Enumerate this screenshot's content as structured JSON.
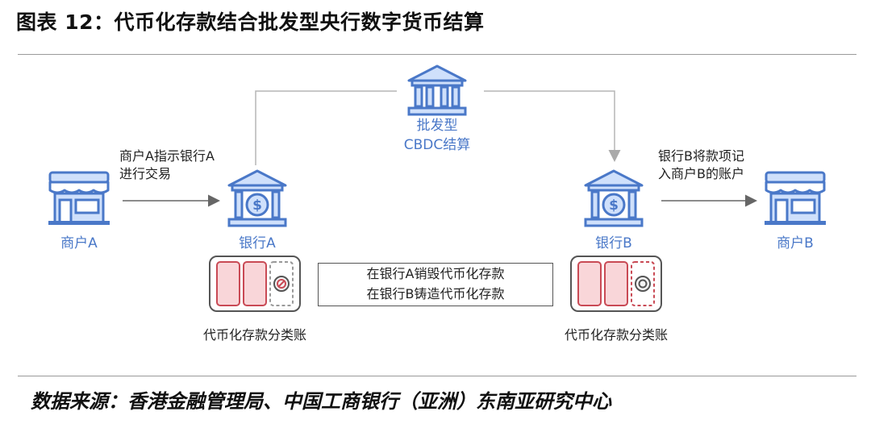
{
  "title": "图表 12：代币化存款结合批发型央行数字货币结算",
  "source": "数据来源：香港金融管理局、中国工商银行（亚洲）东南亚研究中心",
  "nodes": {
    "central_bank": {
      "line1": "批发型",
      "line2": "CBDC结算",
      "icon": "bank-icon"
    },
    "merchant_a": {
      "label": "商户A",
      "icon": "store-icon"
    },
    "bank_a": {
      "label": "银行A",
      "icon": "bank-dollar-icon"
    },
    "bank_b": {
      "label": "银行B",
      "icon": "bank-dollar-icon"
    },
    "merchant_b": {
      "label": "商户B",
      "icon": "store-icon"
    }
  },
  "notes": {
    "left_line1": "商户A指示银行A",
    "left_line2": "进行交易",
    "right_line1": "银行B将款项记",
    "right_line2": "入商户B的账户"
  },
  "middle_box": {
    "line1": "在银行A销毁代币化存款",
    "line2": "在银行B铸造代币化存款"
  },
  "ledgers": {
    "left_caption": "代币化存款分类账",
    "right_caption": "代币化存款分类账"
  },
  "colors": {
    "accent": "#4a78c8",
    "icon_fill": "#cfe0fb",
    "ledger_fill": "#f9d6d9",
    "ledger_stroke": "#c94a55"
  }
}
